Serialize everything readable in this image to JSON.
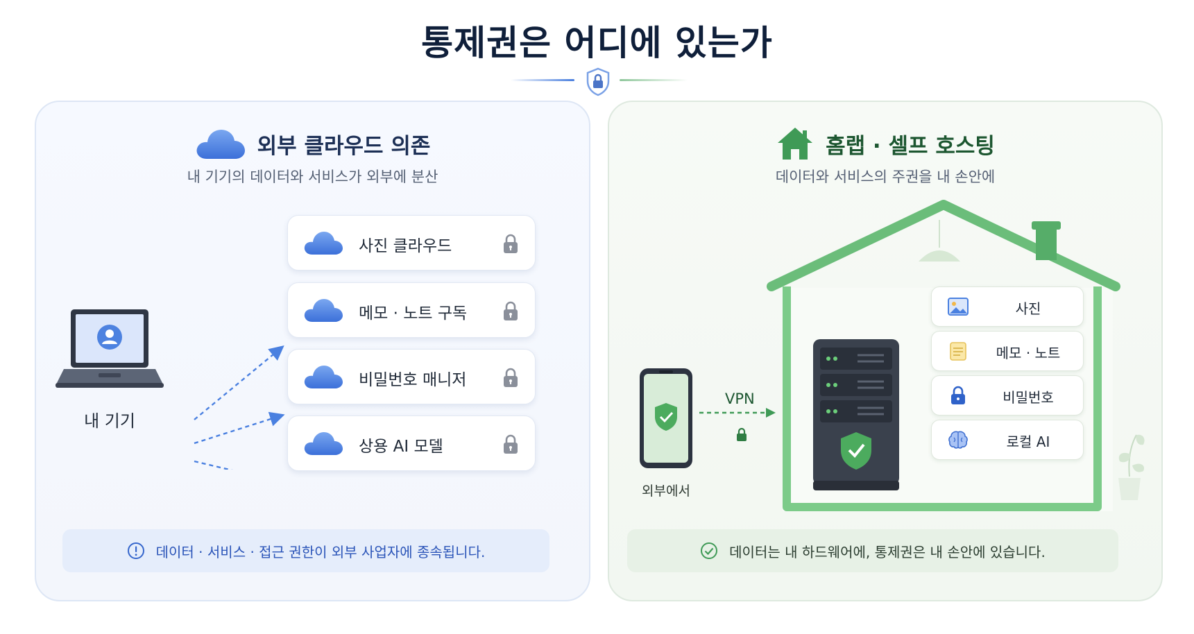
{
  "title": "통제권은 어디에 있는가",
  "icons": {
    "title": "shield-lock-icon"
  },
  "colors": {
    "cloud_blue": "#4a80e0",
    "home_green": "#3f9a56",
    "lock_gray": "#8a8f9a"
  },
  "left": {
    "title": "외부 클라우드 의존",
    "subtitle": "내 기기의 데이터와 서비스가 외부에 분산",
    "device_label": "내 기기",
    "services": [
      {
        "label": "사진 클라우드",
        "icon": "cloud-icon"
      },
      {
        "label": "메모 · 노트 구독",
        "icon": "cloud-icon"
      },
      {
        "label": "비밀번호 매니저",
        "icon": "cloud-icon"
      },
      {
        "label": "상용 AI 모델",
        "icon": "cloud-icon"
      }
    ],
    "footer": "데이터 · 서비스 · 접근 권한이 외부 사업자에 종속됩니다."
  },
  "right": {
    "title": "홈랩 · 셀프 호스팅",
    "subtitle": "데이터와 서비스의 주권을 내 손안에",
    "phone_label": "외부에서",
    "vpn_label": "VPN",
    "services": [
      {
        "label": "사진",
        "icon": "image-icon"
      },
      {
        "label": "메모 · 노트",
        "icon": "note-icon"
      },
      {
        "label": "비밀번호",
        "icon": "lock-icon"
      },
      {
        "label": "로컬 AI",
        "icon": "brain-icon"
      }
    ],
    "footer": "데이터는 내 하드웨어에, 통제권은 내 손안에 있습니다."
  }
}
